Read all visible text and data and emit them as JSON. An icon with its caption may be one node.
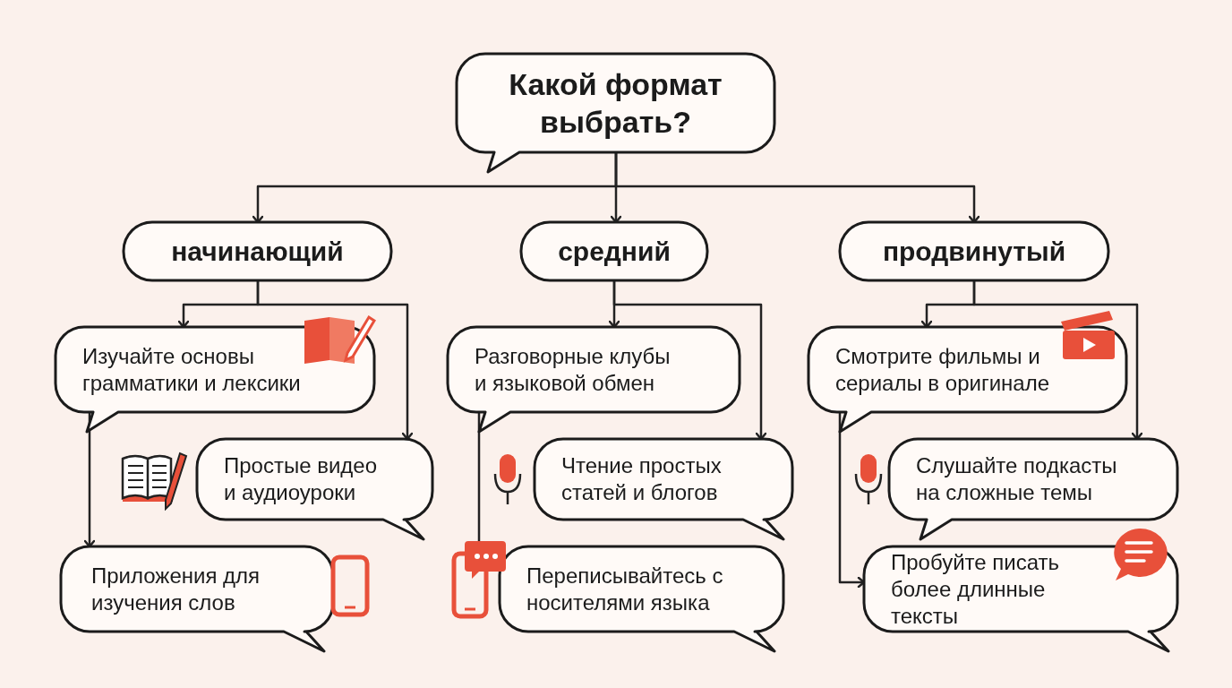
{
  "diagram": {
    "nodes": [
      {
        "text": [
          "Какой формат выбрать?"
        ]
      },
      {
        "text": [
          "начинающий"
        ]
      },
      {
        "text": [
          "средний"
        ]
      },
      {
        "text": [
          "продвинутый"
        ]
      },
      {
        "text": [
          "Изучайте основы грамматики и лексики"
        ]
      },
      {
        "text": [
          "Простые видео и аудиоуроки"
        ]
      },
      {
        "text": [
          "Приложения для изучения слов"
        ]
      },
      {
        "text": [
          "Разговорные клубы и языковой обмен"
        ]
      },
      {
        "text": [
          "Чтение простых статей и блогов"
        ]
      },
      {
        "text": [
          "Переписывайтесь с носителями языка"
        ]
      },
      {
        "text": [
          "Смотрите фильмы и сериалы в оригинале"
        ]
      },
      {
        "text": [
          "Слушайте подкасты на сложные темы"
        ]
      },
      {
        "text": [
          "Пробуйте писать более длинные тексты"
        ]
      }
    ],
    "edges": [
      {
        "from": 0,
        "to": 1,
        "arrow": "to"
      },
      {
        "from": 0,
        "to": 2,
        "arrow": "to"
      },
      {
        "from": 0,
        "to": 3,
        "arrow": "to"
      },
      {
        "from": 1,
        "to": 4,
        "arrow": "to"
      },
      {
        "from": 1,
        "to": 5,
        "arrow": "to"
      },
      {
        "from": 4,
        "to": 6,
        "arrow": "to"
      },
      {
        "from": 2,
        "to": 7,
        "arrow": "to"
      },
      {
        "from": 2,
        "to": 8,
        "arrow": "to"
      },
      {
        "from": 7,
        "to": 9,
        "arrow": "to"
      },
      {
        "from": 3,
        "to": 10,
        "arrow": "to"
      },
      {
        "from": 3,
        "to": 11,
        "arrow": "to"
      },
      {
        "from": 10,
        "to": 12,
        "arrow": "to"
      }
    ]
  }
}
